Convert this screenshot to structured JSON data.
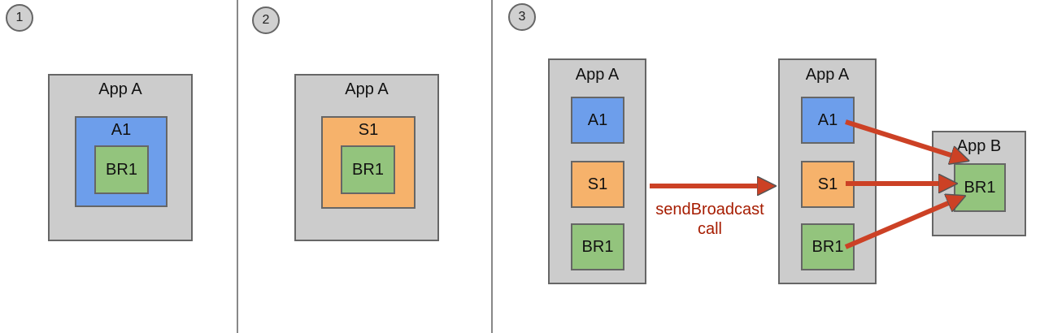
{
  "panels": {
    "p1": {
      "badge": "1",
      "app_label": "App A",
      "component_label": "A1",
      "receiver_label": "BR1"
    },
    "p2": {
      "badge": "2",
      "app_label": "App A",
      "component_label": "S1",
      "receiver_label": "BR1"
    },
    "p3": {
      "badge": "3",
      "left_app": {
        "label": "App A",
        "items": [
          "A1",
          "S1",
          "BR1"
        ]
      },
      "middle_app": {
        "label": "App A",
        "items": [
          "A1",
          "S1",
          "BR1"
        ]
      },
      "right_app": {
        "label": "App B",
        "receiver_label": "BR1"
      },
      "call_caption_line1": "sendBroadcast",
      "call_caption_line2": "call"
    }
  },
  "colors": {
    "activity": "#6d9eeb",
    "service": "#f6b26b",
    "receiver": "#93c47d",
    "app_box": "#cccccc",
    "arrow": "#cc4125",
    "caption": "#a61c00"
  }
}
